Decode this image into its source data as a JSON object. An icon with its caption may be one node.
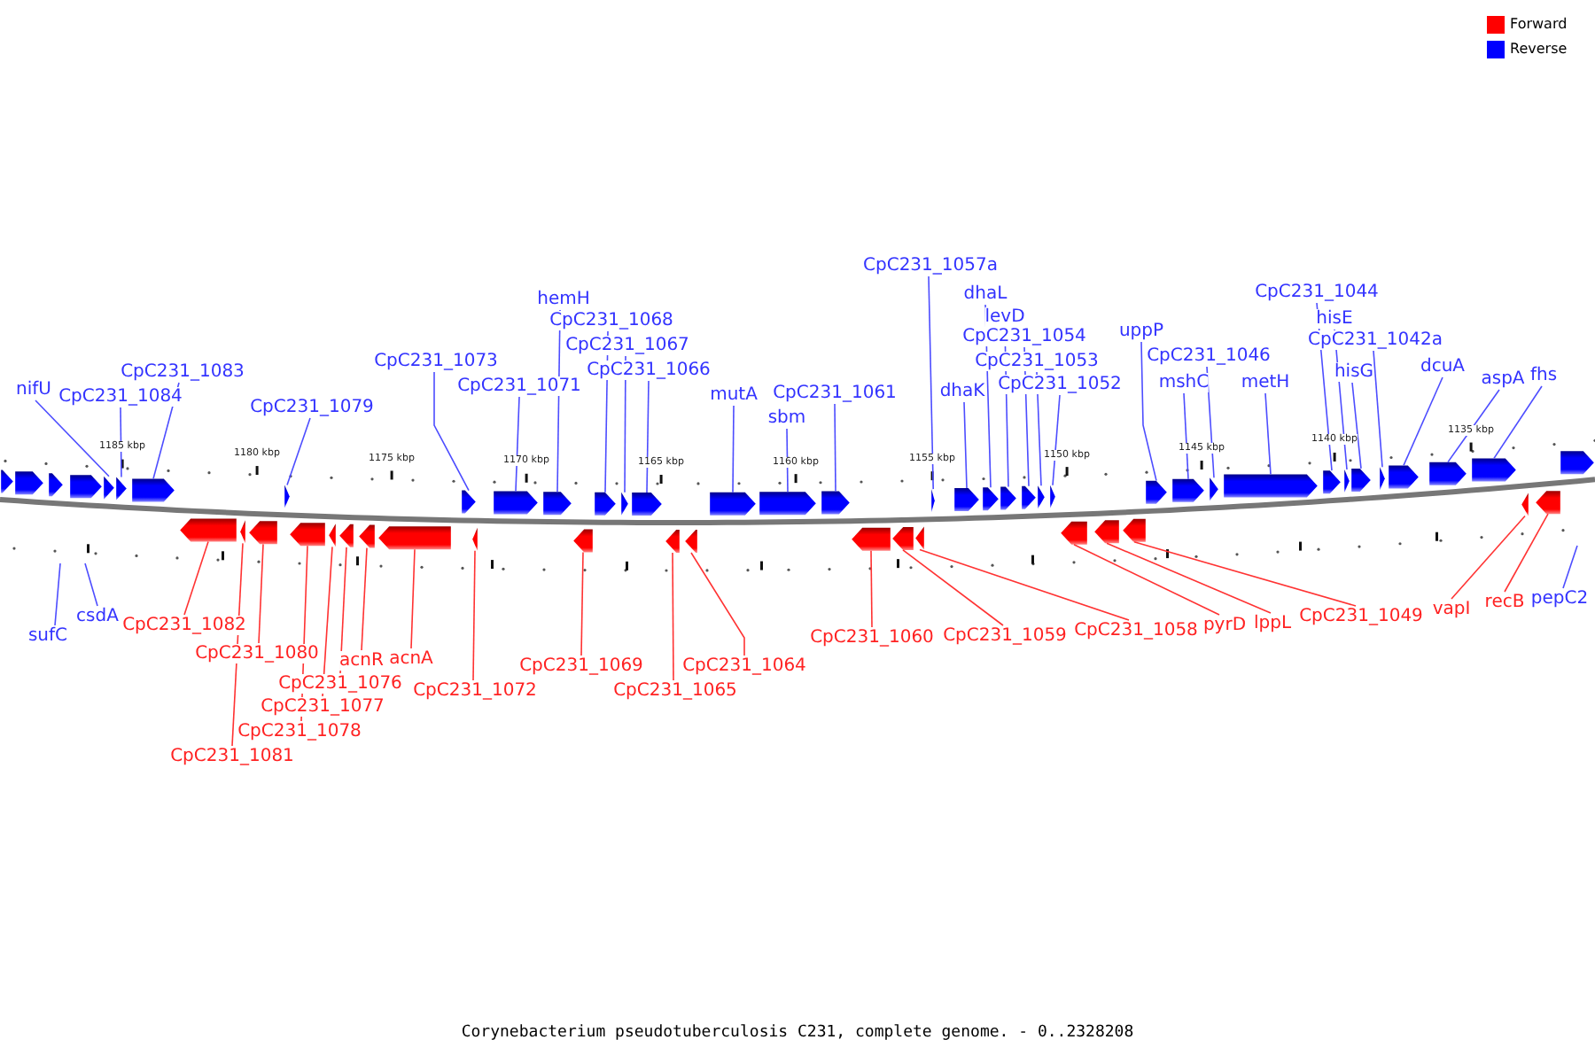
{
  "diagram": {
    "caption": "Corynebacterium pseudotuberculosis C231, complete genome. - 0..2328208",
    "nodes": [
      {
        "text": [
          "nifU"
        ]
      },
      {
        "text": [
          "CpC231_1084"
        ]
      },
      {
        "text": [
          "CpC231_1083"
        ]
      },
      {
        "text": [
          "CpC231_1079"
        ]
      },
      {
        "text": [
          "CpC231_1073"
        ]
      },
      {
        "text": [
          "CpC231_1071"
        ]
      },
      {
        "text": [
          "hemH"
        ]
      },
      {
        "text": [
          "CpC231_1068"
        ]
      },
      {
        "text": [
          "CpC231_1067"
        ]
      },
      {
        "text": [
          "CpC231_1066"
        ]
      },
      {
        "text": [
          "mutA"
        ]
      },
      {
        "text": [
          "sbm"
        ]
      },
      {
        "text": [
          "CpC231_1061"
        ]
      },
      {
        "text": [
          "CpC231_1057a"
        ]
      },
      {
        "text": [
          "dhaK"
        ]
      },
      {
        "text": [
          "dhaL"
        ]
      },
      {
        "text": [
          "levD"
        ]
      },
      {
        "text": [
          "CpC231_1054"
        ]
      },
      {
        "text": [
          "CpC231_1053"
        ]
      },
      {
        "text": [
          "CpC231_1052"
        ]
      },
      {
        "text": [
          "uppP"
        ]
      },
      {
        "text": [
          "mshC"
        ]
      },
      {
        "text": [
          "CpC231_1046"
        ]
      },
      {
        "text": [
          "metH"
        ]
      },
      {
        "text": [
          "CpC231_1044"
        ]
      },
      {
        "text": [
          "hisE"
        ]
      },
      {
        "text": [
          "hisG"
        ]
      },
      {
        "text": [
          "CpC231_1042a"
        ]
      },
      {
        "text": [
          "dcuA"
        ]
      },
      {
        "text": [
          "aspA"
        ]
      },
      {
        "text": [
          "fhs"
        ]
      },
      {
        "text": [
          "sufC"
        ]
      },
      {
        "text": [
          "csdA"
        ]
      },
      {
        "text": [
          "CpC231_1082"
        ]
      },
      {
        "text": [
          "CpC231_1081"
        ]
      },
      {
        "text": [
          "CpC231_1080"
        ]
      },
      {
        "text": [
          "CpC231_1078"
        ]
      },
      {
        "text": [
          "CpC231_1077"
        ]
      },
      {
        "text": [
          "CpC231_1076"
        ]
      },
      {
        "text": [
          "acnR"
        ]
      },
      {
        "text": [
          "acnA"
        ]
      },
      {
        "text": [
          "CpC231_1072"
        ]
      },
      {
        "text": [
          "CpC231_1069"
        ]
      },
      {
        "text": [
          "CpC231_1065"
        ]
      },
      {
        "text": [
          "CpC231_1064"
        ]
      },
      {
        "text": [
          "CpC231_1060"
        ]
      },
      {
        "text": [
          "CpC231_1059"
        ]
      },
      {
        "text": [
          "CpC231_1058"
        ]
      },
      {
        "text": [
          "pyrD"
        ]
      },
      {
        "text": [
          "lppL"
        ]
      },
      {
        "text": [
          "CpC231_1049"
        ]
      },
      {
        "text": [
          "vapI"
        ]
      },
      {
        "text": [
          "recB"
        ]
      },
      {
        "text": [
          "pepC2"
        ]
      },
      {
        "text": [],
        "shape": "pentagon"
      },
      {
        "text": [],
        "shape": "pentagon"
      },
      {
        "text": [],
        "shape": "pentagon"
      },
      {
        "text": [],
        "shape": "pentagon"
      },
      {
        "text": [],
        "shape": "pentagon"
      },
      {
        "text": [],
        "shape": "pentagon"
      },
      {
        "text": [],
        "shape": "pentagon"
      },
      {
        "text": [],
        "shape": "pentagon"
      },
      {
        "text": [],
        "shape": "pentagon"
      },
      {
        "text": [],
        "shape": "pentagon"
      },
      {
        "text": [],
        "shape": "pentagon"
      },
      {
        "text": [],
        "shape": "pentagon"
      },
      {
        "text": [],
        "shape": "pentagon"
      },
      {
        "text": [],
        "shape": "pentagon"
      },
      {
        "text": [],
        "shape": "pentagon"
      },
      {
        "text": [],
        "shape": "pentagon"
      },
      {
        "text": [],
        "shape": "pentagon"
      },
      {
        "text": [],
        "shape": "pentagon"
      },
      {
        "text": [],
        "shape": "pentagon"
      },
      {
        "text": [],
        "shape": "pentagon"
      },
      {
        "text": [],
        "shape": "pentagon"
      },
      {
        "text": [],
        "shape": "pentagon"
      },
      {
        "text": [],
        "shape": "pentagon"
      },
      {
        "text": [],
        "shape": "pentagon"
      },
      {
        "text": [],
        "shape": "pentagon"
      },
      {
        "text": [],
        "shape": "pentagon"
      },
      {
        "text": [],
        "shape": "pentagon"
      },
      {
        "text": [],
        "shape": "pentagon"
      },
      {
        "text": [],
        "shape": "pentagon"
      },
      {
        "text": [],
        "shape": "pentagon"
      },
      {
        "text": [],
        "shape": "pentagon"
      },
      {
        "text": [],
        "shape": "pentagon"
      },
      {
        "text": [],
        "shape": "pentagon"
      },
      {
        "text": [],
        "shape": "pentagon"
      },
      {
        "text": [],
        "shape": "pentagon"
      },
      {
        "text": [],
        "shape": "pentagon"
      },
      {
        "text": [],
        "shape": "pentagon"
      },
      {
        "text": [],
        "shape": "pentagon"
      },
      {
        "text": [],
        "shape": "pentagon"
      },
      {
        "text": [],
        "shape": "pentagon"
      },
      {
        "text": [],
        "shape": "pentagon"
      },
      {
        "text": [],
        "shape": "pentagon"
      },
      {
        "text": [],
        "shape": "pentagon"
      },
      {
        "text": [],
        "shape": "pentagon"
      },
      {
        "text": [],
        "shape": "pentagon"
      },
      {
        "text": [],
        "shape": "pentagon"
      },
      {
        "text": [],
        "shape": "pentagon"
      },
      {
        "text": [],
        "shape": "pentagon"
      },
      {
        "text": [],
        "shape": "pentagon"
      },
      {
        "text": [],
        "shape": "pentagon"
      },
      {
        "text": [],
        "shape": "pentagon"
      },
      {
        "text": [],
        "shape": "pentagon"
      },
      {
        "text": [],
        "shape": "pentagon"
      },
      {
        "text": [],
        "shape": "pentagon"
      },
      {
        "text": [],
        "shape": "pentagon"
      },
      {
        "text": [],
        "shape": "pentagon"
      }
    ],
    "edges": [
      {
        "from": 0,
        "to": 58,
        "arrow": "none"
      },
      {
        "from": 1,
        "to": 59,
        "arrow": "none"
      },
      {
        "from": 2,
        "to": 60,
        "arrow": "none"
      },
      {
        "from": 3,
        "to": 61,
        "arrow": "none"
      },
      {
        "from": 4,
        "to": 62,
        "arrow": "none"
      },
      {
        "from": 5,
        "to": 63,
        "arrow": "none"
      },
      {
        "from": 6,
        "to": 64,
        "arrow": "none"
      },
      {
        "from": 7,
        "to": 65,
        "arrow": "none"
      },
      {
        "from": 8,
        "to": 66,
        "arrow": "none"
      },
      {
        "from": 9,
        "to": 67,
        "arrow": "none"
      },
      {
        "from": 10,
        "to": 68,
        "arrow": "none"
      },
      {
        "from": 11,
        "to": 69,
        "arrow": "none"
      },
      {
        "from": 12,
        "to": 70,
        "arrow": "none"
      },
      {
        "from": 13,
        "to": 71,
        "arrow": "none"
      },
      {
        "from": 14,
        "to": 72,
        "arrow": "none"
      },
      {
        "from": 15,
        "to": 73,
        "arrow": "none"
      },
      {
        "from": 16,
        "to": 74,
        "arrow": "none"
      },
      {
        "from": 17,
        "to": 75,
        "arrow": "none"
      },
      {
        "from": 18,
        "to": 76,
        "arrow": "none"
      },
      {
        "from": 19,
        "to": 77,
        "arrow": "none"
      },
      {
        "from": 20,
        "to": 78,
        "arrow": "none"
      },
      {
        "from": 21,
        "to": 79,
        "arrow": "none"
      },
      {
        "from": 22,
        "to": 80,
        "arrow": "none"
      },
      {
        "from": 23,
        "to": 81,
        "arrow": "none"
      },
      {
        "from": 24,
        "to": 82,
        "arrow": "none"
      },
      {
        "from": 25,
        "to": 83,
        "arrow": "none"
      },
      {
        "from": 26,
        "to": 84,
        "arrow": "none"
      },
      {
        "from": 27,
        "to": 85,
        "arrow": "none"
      },
      {
        "from": 28,
        "to": 86,
        "arrow": "none"
      },
      {
        "from": 29,
        "to": 87,
        "arrow": "none"
      },
      {
        "from": 30,
        "to": 88,
        "arrow": "none"
      },
      {
        "from": 31,
        "to": null,
        "arrow": "none"
      },
      {
        "from": 32,
        "to": null,
        "arrow": "none"
      },
      {
        "from": 33,
        "to": 90,
        "arrow": "none",
        "color": "#ff3333"
      },
      {
        "from": 34,
        "to": 91,
        "arrow": "none",
        "color": "#ff3333"
      },
      {
        "from": 35,
        "to": 92,
        "arrow": "none",
        "color": "#ff3333"
      },
      {
        "from": 36,
        "to": 93,
        "arrow": "none",
        "color": "#ff3333"
      },
      {
        "from": 37,
        "to": 94,
        "arrow": "none",
        "color": "#ff3333"
      },
      {
        "from": 38,
        "to": 95,
        "arrow": "none",
        "color": "#ff3333"
      },
      {
        "from": 39,
        "to": 96,
        "arrow": "none",
        "color": "#ff3333"
      },
      {
        "from": 40,
        "to": 97,
        "arrow": "none",
        "color": "#ff3333"
      },
      {
        "from": 41,
        "to": 98,
        "arrow": "none",
        "color": "#ff3333"
      },
      {
        "from": 42,
        "to": 99,
        "arrow": "none",
        "color": "#ff3333"
      },
      {
        "from": 43,
        "to": 100,
        "arrow": "none",
        "color": "#ff3333"
      },
      {
        "from": 44,
        "to": 101,
        "arrow": "none",
        "color": "#ff3333"
      },
      {
        "from": 45,
        "to": 102,
        "arrow": "none",
        "color": "#ff3333"
      },
      {
        "from": 46,
        "to": 103,
        "arrow": "none",
        "color": "#ff3333"
      },
      {
        "from": 47,
        "to": 104,
        "arrow": "none",
        "color": "#ff3333"
      },
      {
        "from": 48,
        "to": 105,
        "arrow": "none",
        "color": "#ff3333"
      },
      {
        "from": 49,
        "to": 106,
        "arrow": "none",
        "color": "#ff3333"
      },
      {
        "from": 50,
        "to": 107,
        "arrow": "none",
        "color": "#ff3333"
      },
      {
        "from": 51,
        "to": 108,
        "arrow": "none",
        "color": "#ff3333"
      },
      {
        "from": 52,
        "to": 109,
        "arrow": "none",
        "color": "#ff3333"
      },
      {
        "from": 53,
        "to": null,
        "arrow": "none"
      }
    ],
    "labels": [
      "1185 kbp",
      "1180 kbp",
      "1175 kbp",
      "1170 kbp",
      "1165 kbp",
      "1160 kbp",
      "1155 kbp",
      "1150 kbp",
      "1145 kbp",
      "1140 kbp",
      "1135 kbp"
    ],
    "legend": [
      {
        "text": "Forward",
        "color": "#ff0000"
      },
      {
        "text": "Reverse",
        "color": "#0000ff"
      }
    ]
  }
}
